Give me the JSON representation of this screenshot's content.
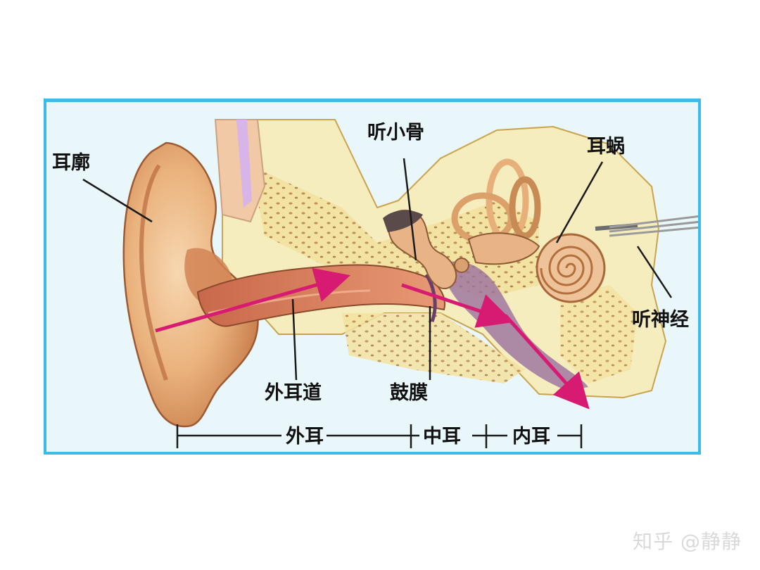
{
  "labels": {
    "pinna": "耳廓",
    "ossicles": "听小骨",
    "cochlea": "耳蜗",
    "auditory_nerve": "听神经",
    "ear_canal": "外耳道",
    "eardrum": "鼓膜",
    "outer_ear": "外耳",
    "middle_ear": "中耳",
    "inner_ear": "内耳"
  },
  "watermark": "知乎 @静静",
  "colors": {
    "border": "#3dbbe6",
    "arrow": "#d81b72",
    "background": "#eaf7fa"
  }
}
